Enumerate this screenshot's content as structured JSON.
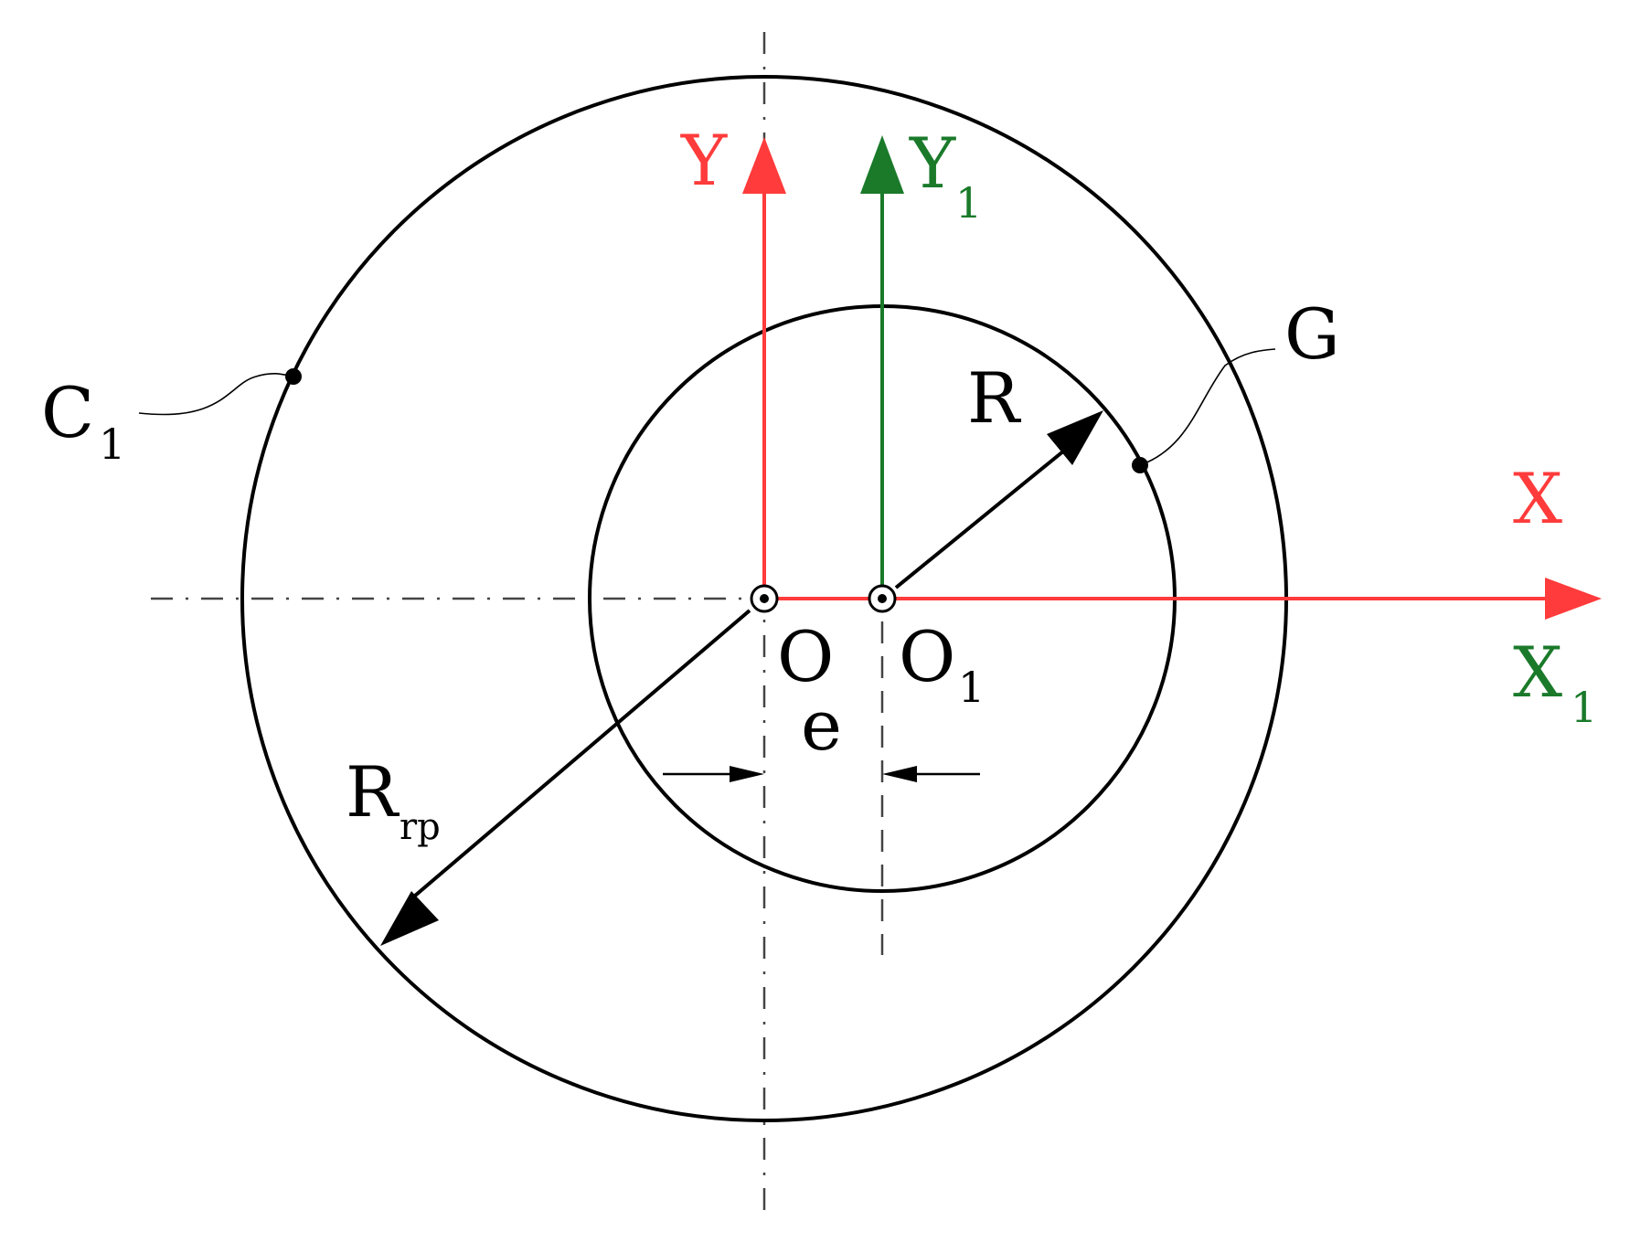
{
  "labels": {
    "y": "Y",
    "y1_main": "Y",
    "y1_sub": "1",
    "x": "X",
    "x1_main": "X",
    "x1_sub": "1",
    "o": "O",
    "o1_main": "O",
    "o1_sub": "1",
    "r": "R",
    "rrp_main": "R",
    "rrp_sub": "rp",
    "e": "e",
    "g": "G",
    "c1_main": "C",
    "c1_sub": "1"
  },
  "colors": {
    "fixed_frame": "#ff3b3b",
    "moving_frame": "#1a7a2a",
    "geometry": "#000000",
    "centerline": "#444444"
  }
}
